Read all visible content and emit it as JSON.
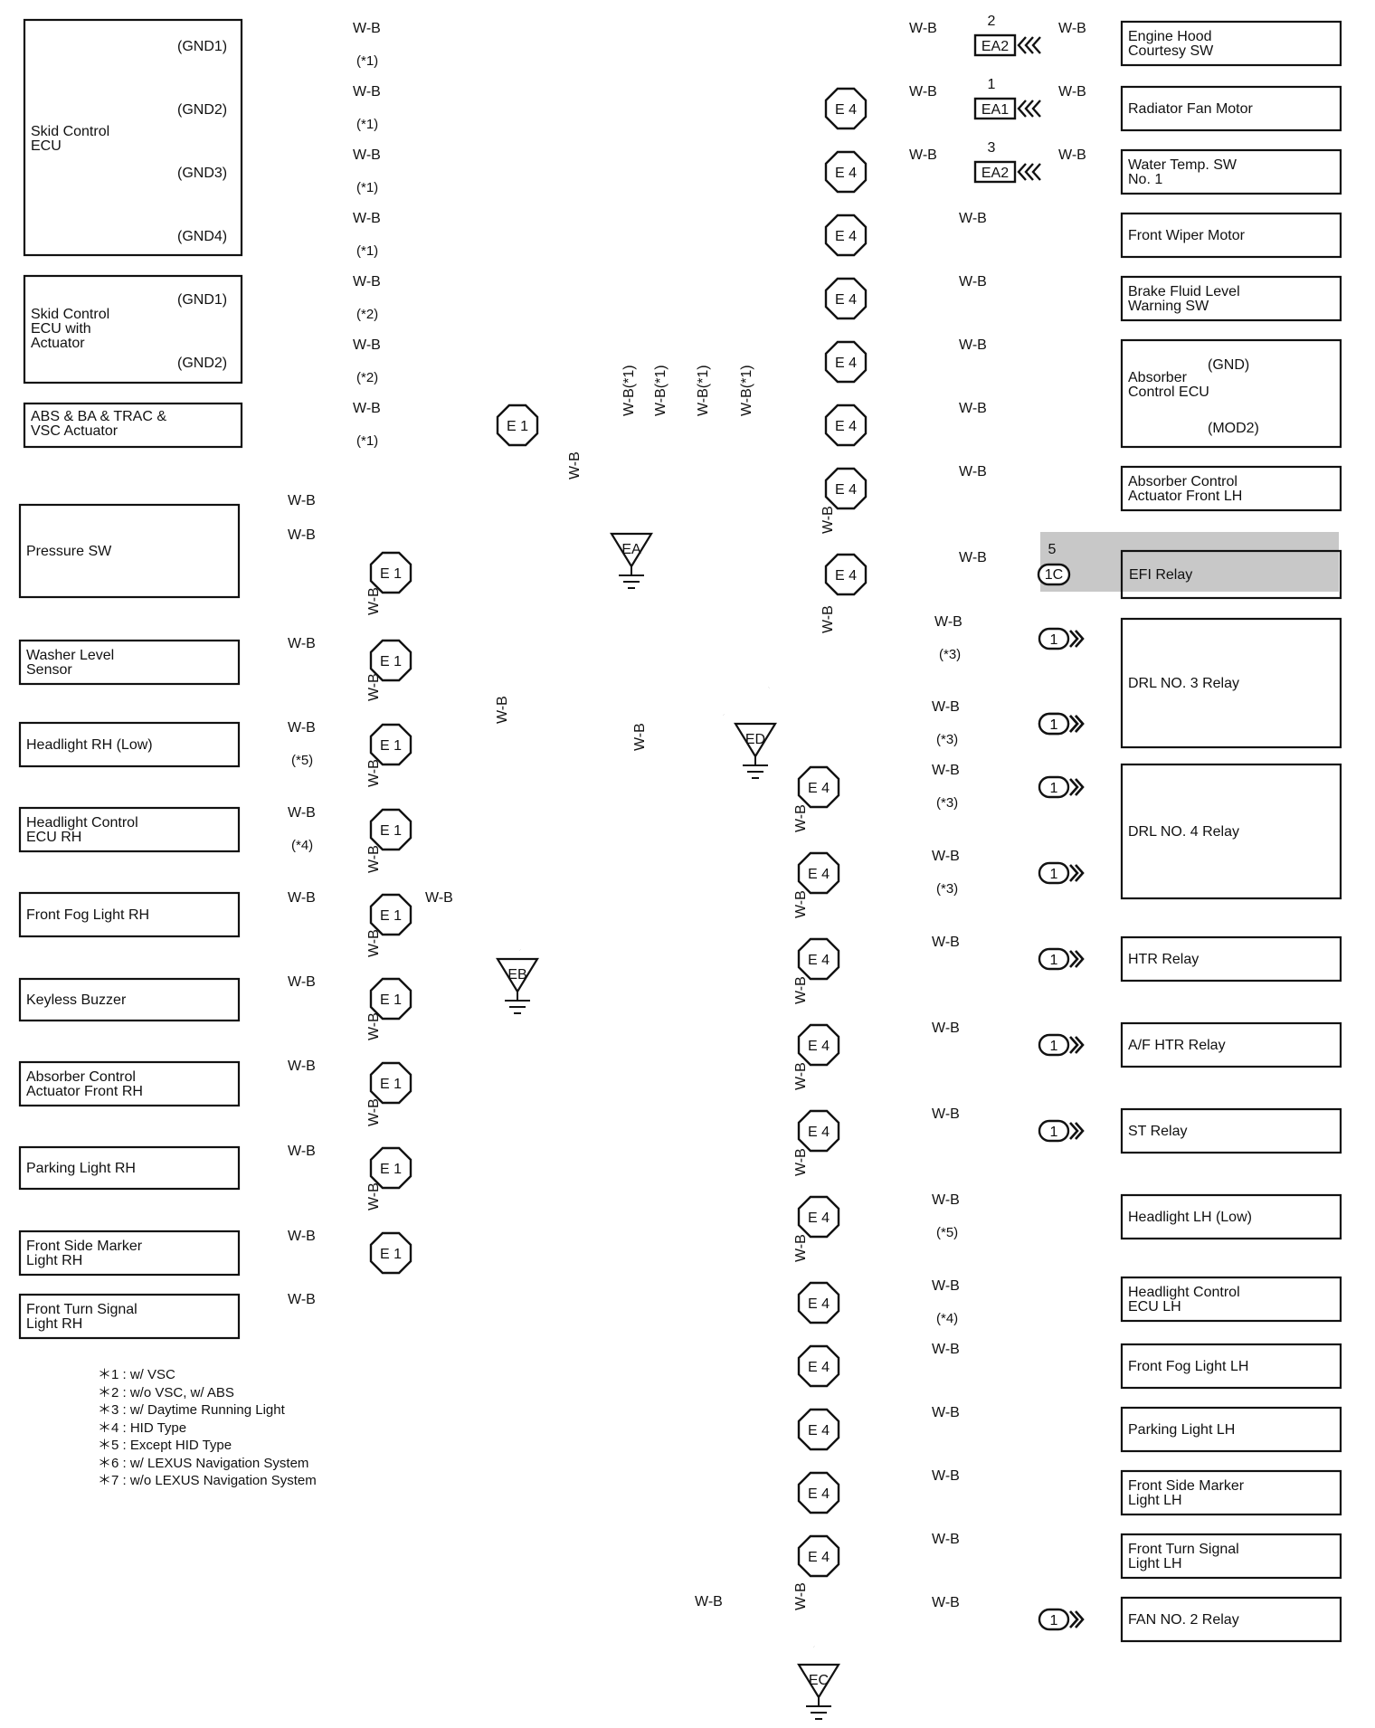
{
  "wire_label": "W-B",
  "components_left": [
    {
      "id": "skid-ecu",
      "lines": [
        "Skid Control",
        "ECU"
      ],
      "pins": [
        "(GND1)",
        "(GND2)",
        "(GND3)",
        "(GND4)"
      ]
    },
    {
      "id": "skid-ecu-act",
      "lines": [
        "Skid Control",
        "ECU with",
        "Actuator"
      ],
      "pins": [
        "(GND1)",
        "(GND2)"
      ]
    },
    {
      "id": "abs-act",
      "lines": [
        "ABS & BA & TRAC &",
        "VSC Actuator"
      ]
    },
    {
      "id": "pressure-sw",
      "lines": [
        "Pressure SW"
      ]
    },
    {
      "id": "washer",
      "lines": [
        "Washer Level",
        "Sensor"
      ]
    },
    {
      "id": "hl-rh",
      "lines": [
        "Headlight RH (Low)"
      ]
    },
    {
      "id": "hl-ecu-rh",
      "lines": [
        "Headlight Control",
        "ECU RH"
      ]
    },
    {
      "id": "fog-rh",
      "lines": [
        "Front Fog Light RH"
      ]
    },
    {
      "id": "keyless",
      "lines": [
        "Keyless Buzzer"
      ]
    },
    {
      "id": "abs-act-rh",
      "lines": [
        "Absorber Control",
        "Actuator Front RH"
      ]
    },
    {
      "id": "park-rh",
      "lines": [
        "Parking Light RH"
      ]
    },
    {
      "id": "side-rh",
      "lines": [
        "Front Side Marker",
        "Light RH"
      ]
    },
    {
      "id": "turn-rh",
      "lines": [
        "Front Turn Signal",
        "Light RH"
      ]
    }
  ],
  "components_right": [
    {
      "id": "hood",
      "lines": [
        "Engine Hood",
        "Courtesy SW"
      ]
    },
    {
      "id": "rad-fan",
      "lines": [
        "Radiator Fan Motor"
      ]
    },
    {
      "id": "water-temp",
      "lines": [
        "Water Temp.  SW",
        "No. 1"
      ]
    },
    {
      "id": "wiper",
      "lines": [
        "Front Wiper Motor"
      ]
    },
    {
      "id": "brake-fluid",
      "lines": [
        "Brake Fluid Level",
        "Warning SW"
      ]
    },
    {
      "id": "abs-ecu",
      "lines": [
        "Absorber",
        "Control ECU"
      ],
      "pins": [
        "(GND)",
        "(MOD2)"
      ]
    },
    {
      "id": "abs-act-lh",
      "lines": [
        "Absorber Control",
        "Actuator Front LH"
      ]
    },
    {
      "id": "efi",
      "lines": [
        "EFI Relay"
      ]
    },
    {
      "id": "drl3",
      "lines": [
        "DRL NO. 3 Relay"
      ]
    },
    {
      "id": "drl4",
      "lines": [
        "DRL NO. 4 Relay"
      ]
    },
    {
      "id": "htr",
      "lines": [
        "HTR Relay"
      ]
    },
    {
      "id": "af-htr",
      "lines": [
        "A/F HTR Relay"
      ]
    },
    {
      "id": "st",
      "lines": [
        "ST Relay"
      ]
    },
    {
      "id": "hl-lh",
      "lines": [
        "Headlight LH (Low)"
      ]
    },
    {
      "id": "hl-ecu-lh",
      "lines": [
        "Headlight Control",
        "ECU LH"
      ]
    },
    {
      "id": "fog-lh",
      "lines": [
        "Front Fog Light LH"
      ]
    },
    {
      "id": "park-lh",
      "lines": [
        "Parking Light LH"
      ]
    },
    {
      "id": "side-lh",
      "lines": [
        "Front Side Marker",
        "Light LH"
      ]
    },
    {
      "id": "turn-lh",
      "lines": [
        "Front Turn Signal",
        "Light LH"
      ]
    },
    {
      "id": "fan2",
      "lines": [
        "FAN NO. 2 Relay"
      ]
    }
  ],
  "notes": {
    "n1": "(*1)",
    "n2": "(*2)",
    "n3": "(*3)",
    "n4": "(*4)",
    "n5": "(*5)",
    "wb1": "W-B(*1)"
  },
  "connectors": {
    "e1": "E 1",
    "e4": "E 4",
    "ea1": "EA1",
    "ea2": "EA2",
    "one": "1",
    "c1c": "1C",
    "pin1": "1",
    "pin2": "2",
    "pin3": "3",
    "pin5": "5"
  },
  "grounds": {
    "ea": "EA",
    "eb": "EB",
    "ec": "EC",
    "ed": "ED"
  },
  "legend": [
    "＊1 : w/ VSC",
    "＊2 : w/o VSC, w/ ABS",
    "＊3 : w/ Daytime Running Light",
    "＊4 : HID Type",
    "＊5 : Except HID Type",
    "＊6 : w/ LEXUS Navigation System",
    "＊7 : w/o LEXUS Navigation System"
  ]
}
